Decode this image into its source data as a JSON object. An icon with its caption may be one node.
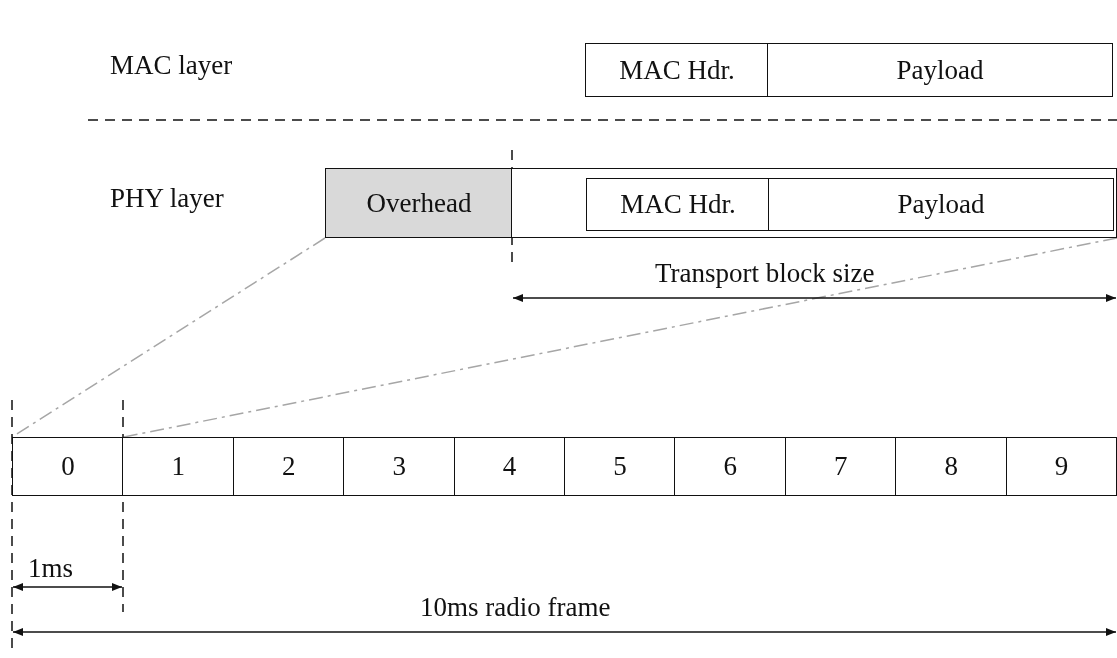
{
  "diagram": {
    "nodes": [
      {
        "text": [
          "MAC Hdr."
        ]
      },
      {
        "text": [
          "Payload"
        ]
      },
      {
        "text": [
          "Overhead"
        ]
      },
      {
        "text": [],
        "shape": "box"
      },
      {
        "text": [
          "MAC Hdr."
        ],
        "in": 3
      },
      {
        "text": [
          "Payload"
        ],
        "in": 3
      },
      {
        "text": [
          "0"
        ]
      },
      {
        "text": [
          "1"
        ]
      },
      {
        "text": [
          "2"
        ]
      },
      {
        "text": [
          "3"
        ]
      },
      {
        "text": [
          "4"
        ]
      },
      {
        "text": [
          "5"
        ]
      },
      {
        "text": [
          "6"
        ]
      },
      {
        "text": [
          "7"
        ]
      },
      {
        "text": [
          "8"
        ]
      },
      {
        "text": [
          "9"
        ]
      }
    ],
    "edges": [
      {
        "from": 2,
        "to": 6,
        "arrow": "none",
        "style": "dashed",
        "color": "#a6a6a6"
      },
      {
        "from": 3,
        "to": 6,
        "arrow": "none",
        "style": "dashed",
        "color": "#a6a6a6"
      }
    ],
    "labels": [
      "MAC layer",
      "PHY layer",
      "Transport block size",
      "1ms",
      "10ms radio frame"
    ]
  }
}
